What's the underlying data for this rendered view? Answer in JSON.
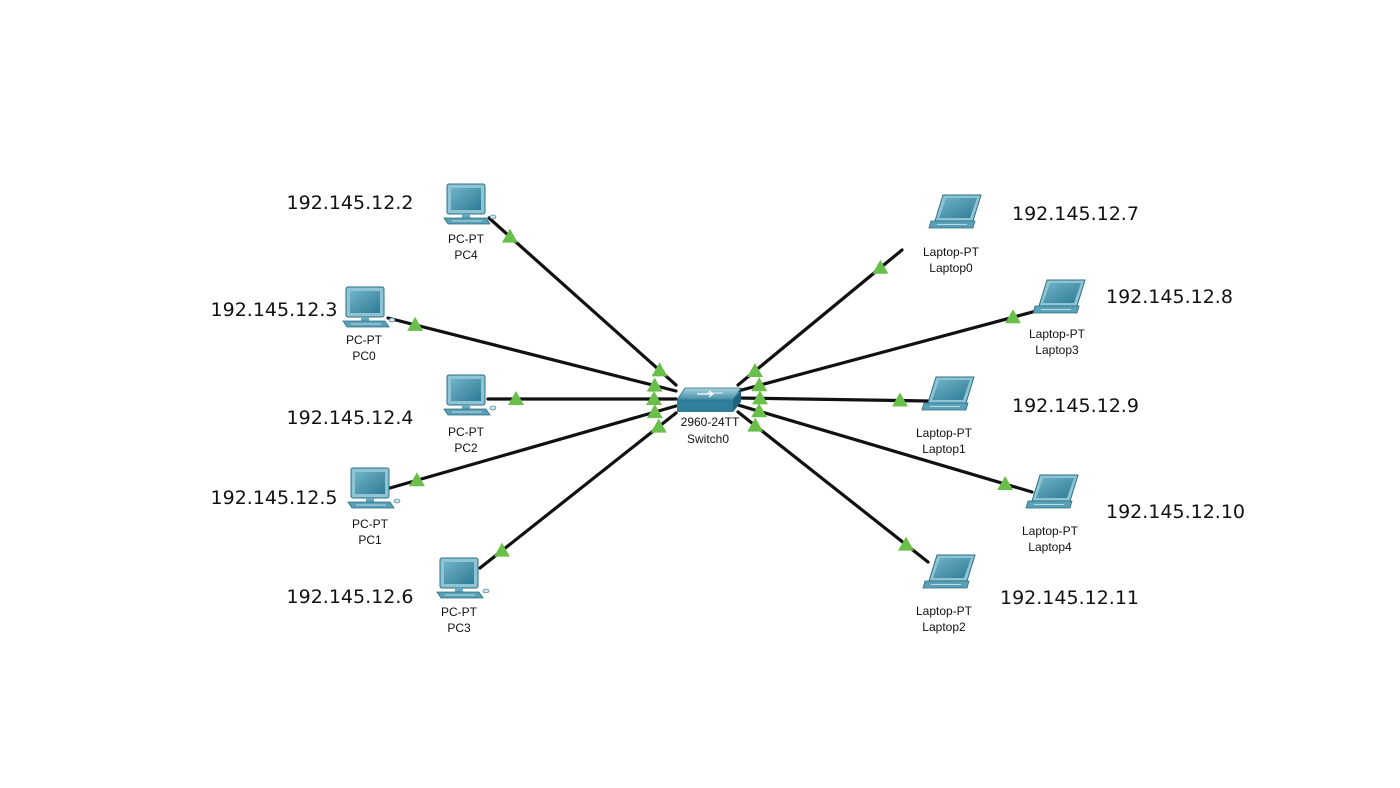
{
  "colors": {
    "link": "#111111",
    "status_up": "#6abf4b",
    "device_body": "#2f7f9a",
    "device_light": "#8fc4d4",
    "screen": "#3d8ea8"
  },
  "switch": {
    "model": "2960-24TT",
    "name": "Switch0",
    "icon": "switch-icon"
  },
  "devices": [
    {
      "id": "pc4",
      "type": "PC-PT",
      "name": "PC4",
      "ip": "192.145.12.2",
      "icon": "desktop-pc-icon",
      "status": "up"
    },
    {
      "id": "pc0",
      "type": "PC-PT",
      "name": "PC0",
      "ip": "192.145.12.3",
      "icon": "desktop-pc-icon",
      "status": "up"
    },
    {
      "id": "pc2",
      "type": "PC-PT",
      "name": "PC2",
      "ip": "192.145.12.4",
      "icon": "desktop-pc-icon",
      "status": "up"
    },
    {
      "id": "pc1",
      "type": "PC-PT",
      "name": "PC1",
      "ip": "192.145.12.5",
      "icon": "desktop-pc-icon",
      "status": "up"
    },
    {
      "id": "pc3",
      "type": "PC-PT",
      "name": "PC3",
      "ip": "192.145.12.6",
      "icon": "desktop-pc-icon",
      "status": "up"
    },
    {
      "id": "laptop0",
      "type": "Laptop-PT",
      "name": "Laptop0",
      "ip": "192.145.12.7",
      "icon": "laptop-icon",
      "status": "up"
    },
    {
      "id": "laptop3",
      "type": "Laptop-PT",
      "name": "Laptop3",
      "ip": "192.145.12.8",
      "icon": "laptop-icon",
      "status": "up"
    },
    {
      "id": "laptop1",
      "type": "Laptop-PT",
      "name": "Laptop1",
      "ip": "192.145.12.9",
      "icon": "laptop-icon",
      "status": "up"
    },
    {
      "id": "laptop4",
      "type": "Laptop-PT",
      "name": "Laptop4",
      "ip": "192.145.12.10",
      "icon": "laptop-icon",
      "status": "up"
    },
    {
      "id": "laptop2",
      "type": "Laptop-PT",
      "name": "Laptop2",
      "ip": "192.145.12.11",
      "icon": "laptop-icon",
      "status": "up"
    }
  ]
}
